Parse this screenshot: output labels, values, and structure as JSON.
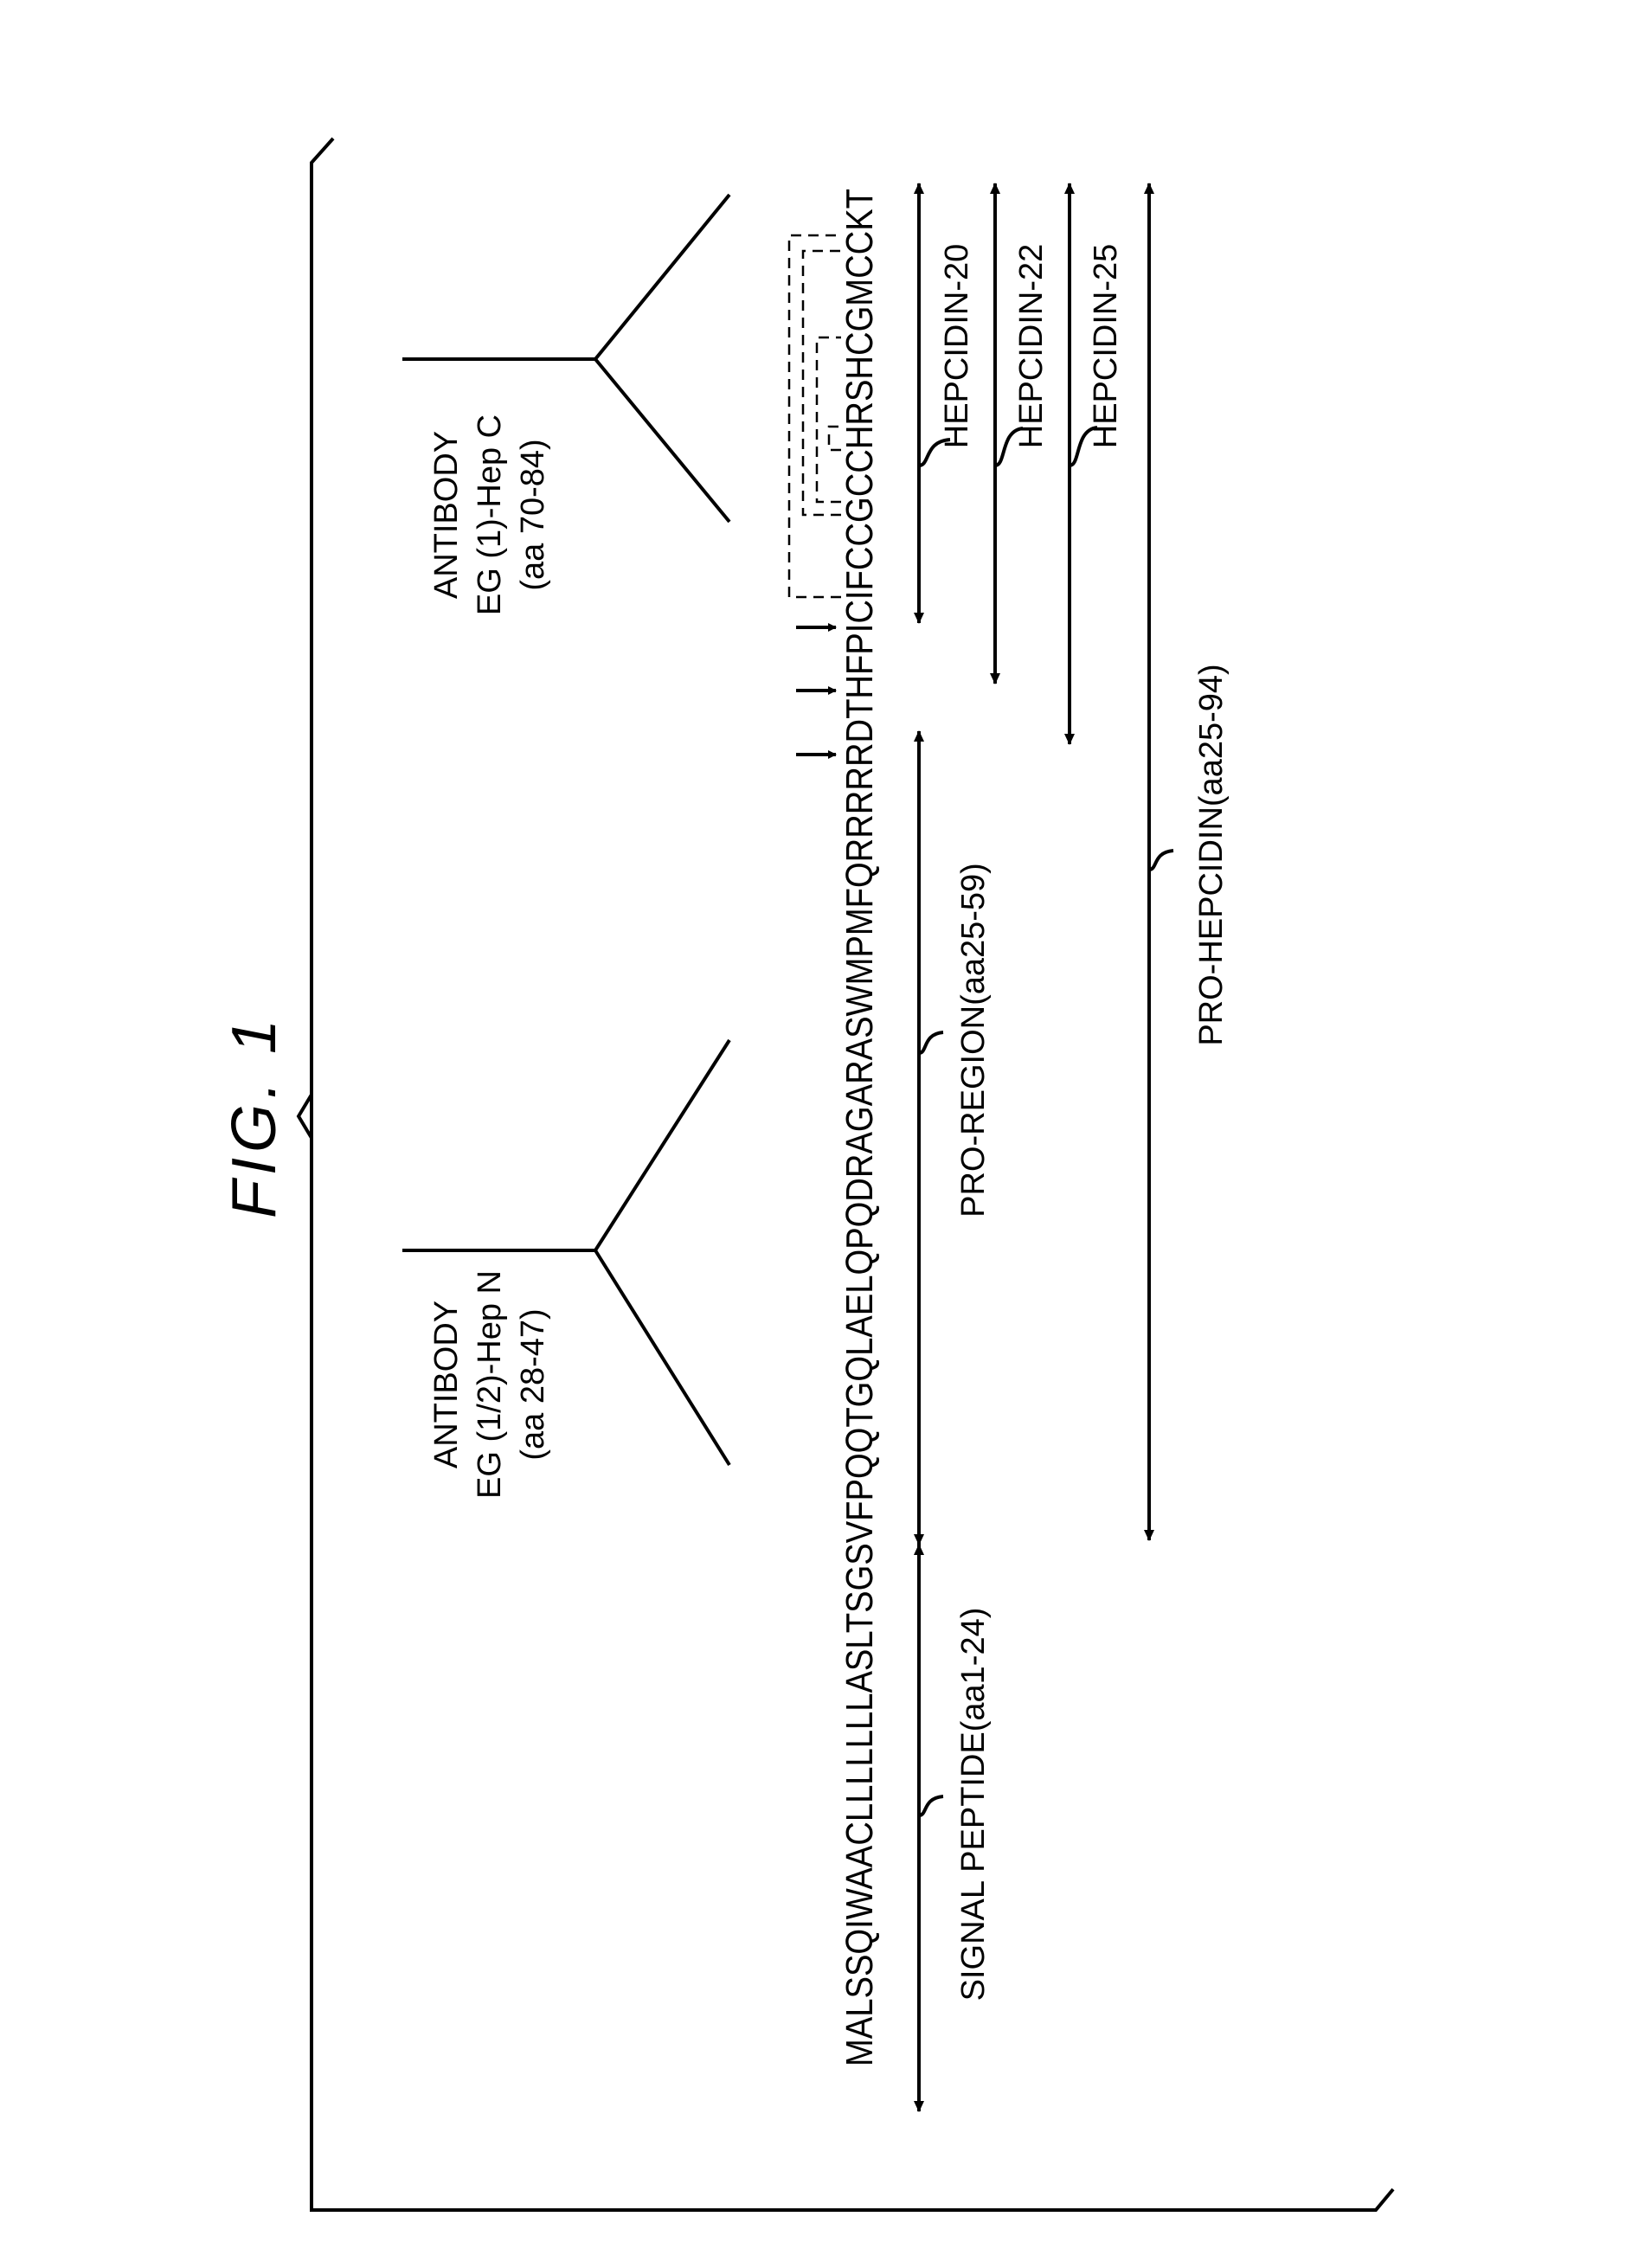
{
  "figure": {
    "title": "FIG. 1",
    "sequence": "MALSSQIWAACLLLLLLLASLTSGSVFPQQTGQLAELQPQDRAGARASWMPMFQRRRRRDTHFPICIFCCGCCHRSHCGMCCKT"
  },
  "antibodies": [
    {
      "line1": "ANTIBODY",
      "line2": "EG (1/2)-Hep N",
      "line3": "(aa 28-47)"
    },
    {
      "line1": "ANTIBODY",
      "line2": "EG (1)-Hep C",
      "line3": "(aa 70-84)"
    }
  ],
  "regions": {
    "signal_peptide": "SIGNAL PEPTIDE(aa1-24)",
    "pro_region": "PRO-REGION(aa25-59)",
    "pro_hepcidin": "PRO-HEPCIDIN(aa25-94)",
    "hepcidin_20": "HEPCIDIN-20",
    "hepcidin_22": "HEPCIDIN-22",
    "hepcidin_25": "HEPCIDIN-25"
  }
}
